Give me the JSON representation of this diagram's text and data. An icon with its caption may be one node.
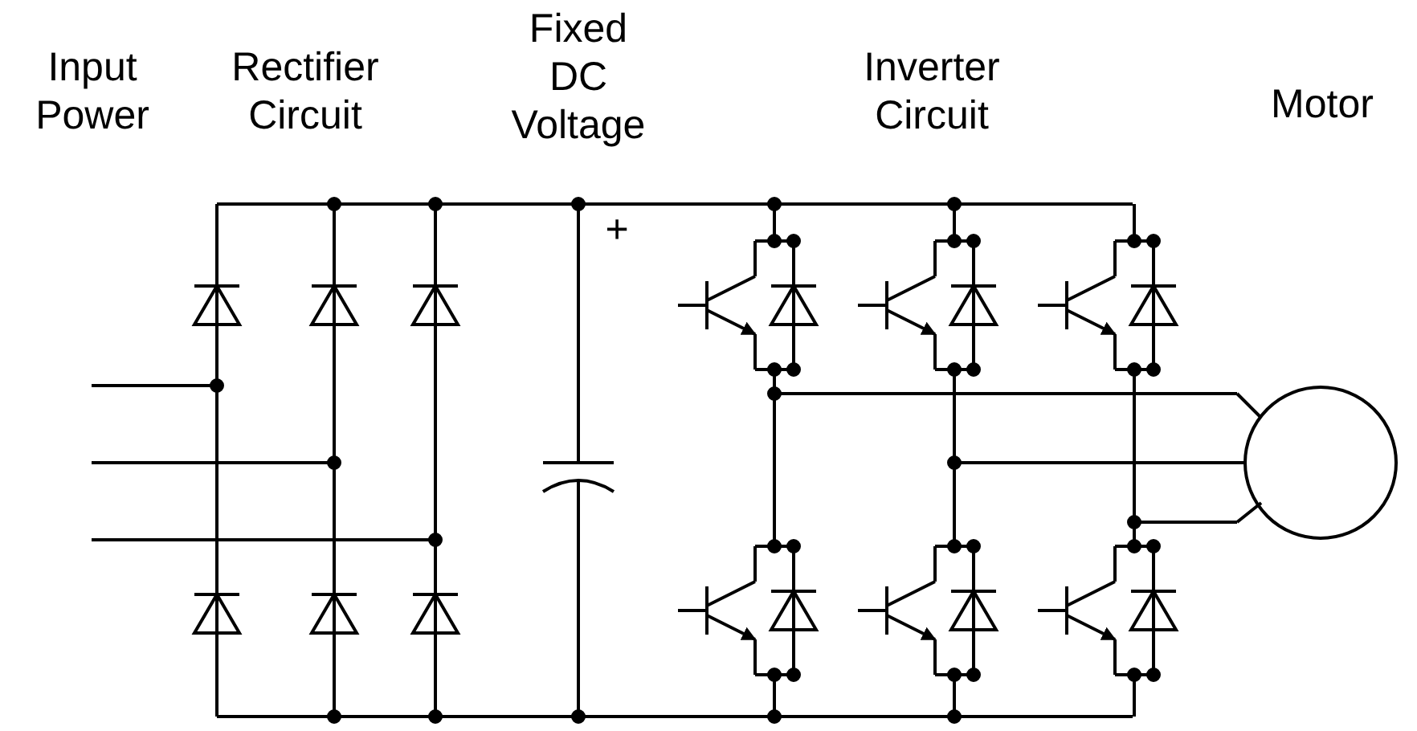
{
  "diagram": {
    "labels": [
      "Input Power",
      "Rectifier Circuit",
      "Fixed DC Voltage",
      "+",
      "Inverter Circuit",
      "Motor"
    ]
  }
}
